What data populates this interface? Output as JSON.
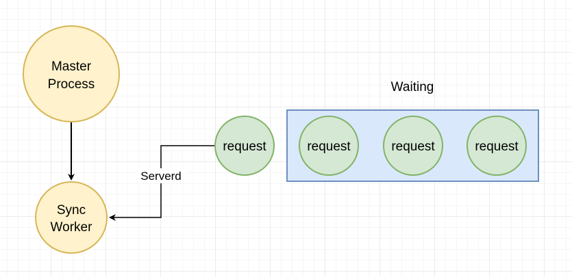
{
  "colors": {
    "process_fill": "#fff2cc",
    "process_stroke": "#d6b656",
    "request_fill": "#d5e8d4",
    "request_stroke": "#82b366",
    "queue_fill": "#dae8fc",
    "queue_stroke": "#6c8ebf",
    "edge": "#000000"
  },
  "nodes": {
    "master_line1": "Master",
    "master_line2": "Process",
    "worker_line1": "Sync",
    "worker_line2": "Worker",
    "active_request": "request",
    "queued_requests": [
      "request",
      "request",
      "request"
    ]
  },
  "queue": {
    "title": "Waiting"
  },
  "edges": {
    "served_label": "Serverd"
  }
}
